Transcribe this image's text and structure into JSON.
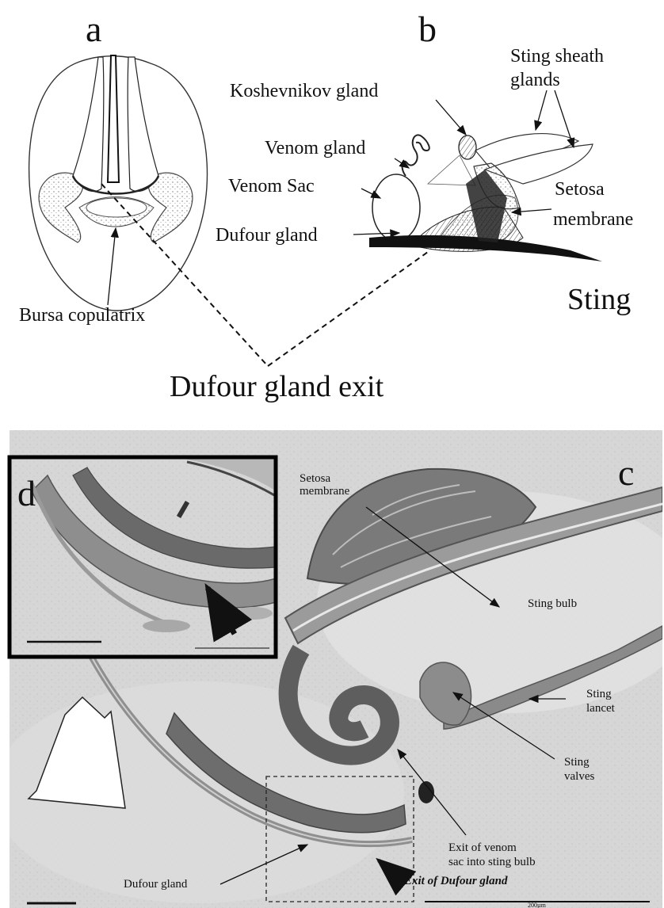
{
  "panels": {
    "a": "a",
    "b": "b",
    "c": "c",
    "d": "d"
  },
  "labels_top": {
    "bursa_copulatrix": "Bursa copulatrix",
    "dufour_gland_exit": "Dufour gland exit",
    "koshevnikov_gland": "Koshevnikov gland",
    "sting_sheath_glands_line1": "Sting sheath",
    "sting_sheath_glands_line2": "glands",
    "venom_gland": "Venom gland",
    "venom_sac": "Venom Sac",
    "setosa_membrane_line1": "Setosa",
    "setosa_membrane_line2": "membrane",
    "dufour_gland": "Dufour gland",
    "sting": "Sting"
  },
  "labels_micro": {
    "setosa_membrane_line1": "Setosa",
    "setosa_membrane_line2": "membrane",
    "sting_bulb": "Sting bulb",
    "sting_lancet_line1": "Sting",
    "sting_lancet_line2": "lancet",
    "sting_valves_line1": "Sting",
    "sting_valves_line2": "valves",
    "exit_venom_line1": "Exit of venom",
    "exit_venom_line2": "sac into sting bulb",
    "dufour_gland": "Dufour gland",
    "exit_dufour": "Exit of Dufour gland",
    "scale_bar_text": "200µm"
  },
  "colors": {
    "micrograph_bg": "#d9d9d9",
    "tissue_dark": "#6e6e6e",
    "tissue_mid": "#9a9a9a",
    "inset_border": "#000000"
  }
}
